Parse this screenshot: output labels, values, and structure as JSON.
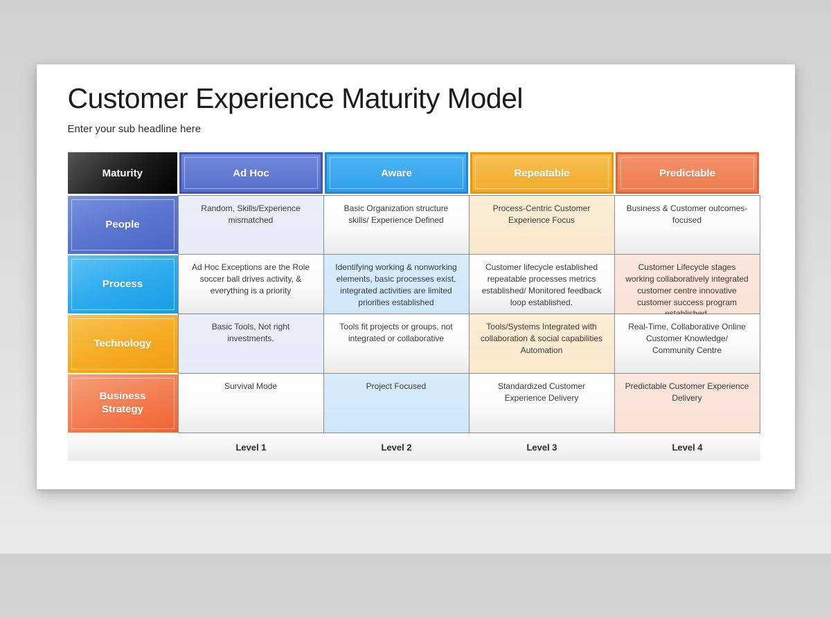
{
  "slide": {
    "title": "Customer Experience Maturity Model",
    "subtitle": "Enter your sub headline here"
  },
  "table": {
    "corner_label": "Maturity",
    "columns": [
      {
        "label": "Ad Hoc",
        "level": "Level 1"
      },
      {
        "label": "Aware",
        "level": "Level 2"
      },
      {
        "label": "Repeatable",
        "level": "Level 3"
      },
      {
        "label": "Predictable",
        "level": "Level 4"
      }
    ],
    "rows": [
      {
        "label": "People",
        "cells": [
          "Random, Skills/Experience mismatched",
          "Basic Organization structure skills/ Experience Defined",
          "Process-Centric Customer Experience Focus",
          "Business & Customer outcomes-focused"
        ]
      },
      {
        "label": "Process",
        "cells": [
          "Ad Hoc Exceptions are the Role soccer ball drives activity, & everything is a priority",
          "Identifying working & nonworking elements, basic processes exist, integrated activities are limited priorities established",
          "Customer lifecycle established repeatable processes metrics established/ Monitored feedback loop established.",
          "Customer Lifecycle stages working collaboratively integrated customer centre innovative customer success program established."
        ]
      },
      {
        "label": "Technology",
        "cells": [
          "Basic Tools, Not right investments.",
          "Tools fit projects or groups, not integrated or collaborative",
          "Tools/Systems Integrated with collaboration & social capabilities Automation",
          "Real-Time, Collaborative Online Customer Knowledge/ Community Centre"
        ]
      },
      {
        "label": "Business Strategy",
        "cells": [
          "Survival Mode",
          "Project Focused",
          "Standardized Customer Experience Delivery",
          "Predictable Customer Experience Delivery"
        ]
      }
    ]
  },
  "colors": {
    "header_maturity": "#1c1c1c",
    "header_adhoc_fill": "#5f7bd2",
    "header_adhoc_border": "#3e56ba",
    "header_aware_fill": "#3baaef",
    "header_aware_border": "#1d86e0",
    "header_repeatable_fill": "#f3b53d",
    "header_repeatable_border": "#f09604",
    "header_predictable_fill": "#f0875d",
    "header_predictable_border": "#ec6134",
    "row_people": "#5d78d1",
    "row_process": "#2fabef",
    "row_technology": "#f5ab24",
    "row_business_strategy": "#f37c50",
    "cell_tint_lavender": "#e8ecf8",
    "cell_tint_blue": "#d5eafa",
    "cell_tint_cream": "#faecd2",
    "cell_tint_pink": "#fae4da",
    "grid_border": "#8d8d8d",
    "slide_background": "#ffffff",
    "page_background": "#dcdcde"
  }
}
